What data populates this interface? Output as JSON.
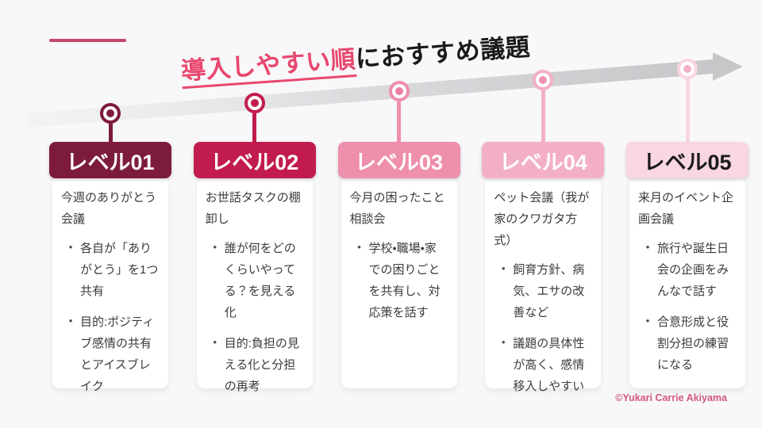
{
  "slide": {
    "title": {
      "highlight": "導入しやすい順",
      "rest": "におすすめ議題"
    },
    "copyright": "©Yukari Carrie Akiyama",
    "colors": {
      "background": "#F8F7F9",
      "accent_line": "#C3476B",
      "title_highlight": "#E8486E",
      "title_rest": "#1A1A1A",
      "arrow_gray": "#C7C6C9",
      "copyright": "#D2587B"
    }
  },
  "cards": [
    {
      "label": "レベル01",
      "colors": {
        "accent": "#7D1B3C",
        "dot": "#7D1B3C",
        "header_text": "#FFFFFF"
      },
      "title": "今週のありがとう会議",
      "bullets": [
        "各自が「ありがとう」を1つ共有",
        "目的:ポジティブ感情の共有とアイスブレイク"
      ]
    },
    {
      "label": "レベル02",
      "colors": {
        "accent": "#C21C4F",
        "dot": "#C21C4F",
        "header_text": "#FFFFFF"
      },
      "title": "お世話タスクの棚卸し",
      "bullets": [
        "誰が何をどのくらいやってる？を見える化",
        "目的:負担の見える化と分担の再考"
      ]
    },
    {
      "label": "レベル03",
      "colors": {
        "accent": "#EE8FAB",
        "dot": "#EC7FA0",
        "header_text": "#FFFFFF"
      },
      "title": "今月の困ったこと相談会",
      "bullets": [
        "学校・職場・家での困りごとを共有し、対応策を話す"
      ]
    },
    {
      "label": "レベル04",
      "colors": {
        "accent": "#F3B0C5",
        "dot": "#EE93B2",
        "header_text": "#FFFFFF"
      },
      "title": "ペット会議（我が家のクワガタ方式）",
      "bullets": [
        "飼育方針、病気、エサの改善など",
        "議題の具体性が高く、感情移入しやすい"
      ]
    },
    {
      "label": "レベル05",
      "colors": {
        "accent": "#F8D6E2",
        "dot": "#F2AFC8",
        "header_text": "#1A1A1A"
      },
      "title": "来月のイベント企画会議",
      "bullets": [
        "旅行や誕生日会の企画をみんなで話す",
        "合意形成と役割分担の練習になる"
      ]
    }
  ]
}
